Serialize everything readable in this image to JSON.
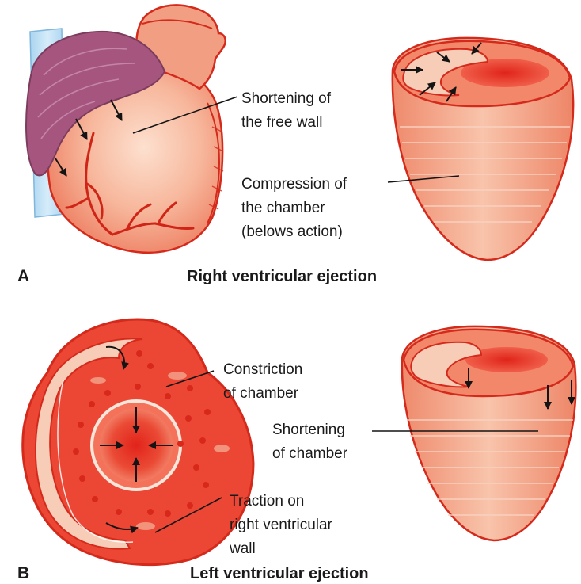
{
  "panels": [
    {
      "letter": "A",
      "title": "Right ventricular ejection",
      "labels": [
        [
          "Shortening of",
          "the free wall"
        ],
        [
          "Compression of",
          "the chamber",
          "(belows action)"
        ]
      ]
    },
    {
      "letter": "B",
      "title": "Left ventricular ejection",
      "labels": [
        [
          "Constriction",
          "of chamber"
        ],
        [
          "Shortening",
          "of chamber"
        ],
        [
          "Traction on",
          "right ventricular",
          "wall"
        ]
      ]
    }
  ],
  "colors": {
    "myocardium": "#ef8a6c",
    "myocardium_light": "#f6b59c",
    "outline": "#d42a1c",
    "deep_red": "#e0201a",
    "atrium": "#a6557f",
    "vessel": "#bfe0f6",
    "arrow": "#141414"
  }
}
